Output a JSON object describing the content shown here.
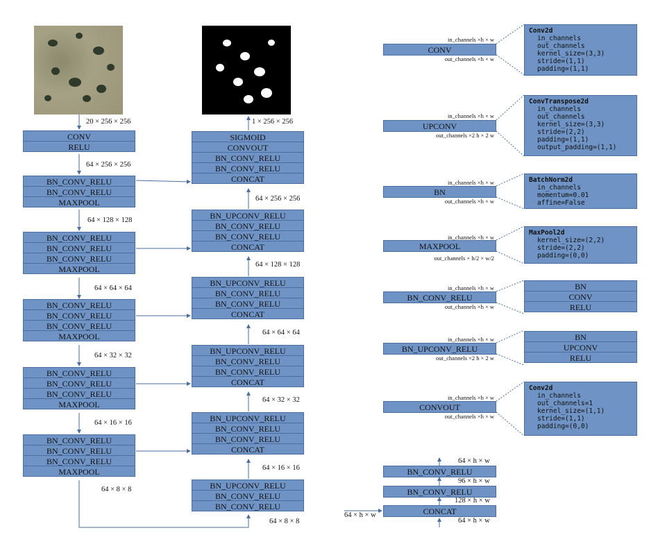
{
  "encoder": [
    {
      "layers": [
        "CONV",
        "RELU"
      ]
    },
    {
      "layers": [
        "BN_CONV_RELU",
        "BN_CONV_RELU",
        "MAXPOOL"
      ]
    },
    {
      "layers": [
        "BN_CONV_RELU",
        "BN_CONV_RELU",
        "BN_CONV_RELU",
        "MAXPOOL"
      ]
    },
    {
      "layers": [
        "BN_CONV_RELU",
        "BN_CONV_RELU",
        "BN_CONV_RELU",
        "MAXPOOL"
      ]
    },
    {
      "layers": [
        "BN_CONV_RELU",
        "BN_CONV_RELU",
        "BN_CONV_RELU",
        "MAXPOOL"
      ]
    },
    {
      "layers": [
        "BN_CONV_RELU",
        "BN_CONV_RELU",
        "BN_CONV_RELU",
        "MAXPOOL"
      ]
    }
  ],
  "encoder_dims": [
    "20 × 256 × 256",
    "64 × 256 × 256",
    "64 × 128 × 128",
    "64 × 64 × 64",
    "64 × 32 × 32",
    "64 × 16 × 16",
    "64 × 8 × 8"
  ],
  "decoder": [
    {
      "layers": [
        "SIGMOID",
        "CONVOUT",
        "BN_CONV_RELU",
        "BN_CONV_RELU",
        "CONCAT"
      ]
    },
    {
      "layers": [
        "BN_UPCONV_RELU",
        "BN_CONV_RELU",
        "BN_CONV_RELU",
        "CONCAT"
      ]
    },
    {
      "layers": [
        "BN_UPCONV_RELU",
        "BN_CONV_RELU",
        "BN_CONV_RELU",
        "CONCAT"
      ]
    },
    {
      "layers": [
        "BN_UPCONV_RELU",
        "BN_CONV_RELU",
        "BN_CONV_RELU",
        "CONCAT"
      ]
    },
    {
      "layers": [
        "BN_UPCONV_RELU",
        "BN_CONV_RELU",
        "BN_CONV_RELU",
        "CONCAT"
      ]
    },
    {
      "layers": [
        "BN_UPCONV_RELU",
        "BN_CONV_RELU",
        "BN_CONV_RELU"
      ]
    }
  ],
  "decoder_dims": [
    "1 × 256 × 256",
    "64 × 256 × 256",
    "64 × 128 × 128",
    "64 × 64 × 64",
    "64 × 32 × 32",
    "64 × 16 × 16",
    "64 × 8 × 8"
  ],
  "legend": [
    {
      "name": "CONV",
      "in": "in_channels ×h × w",
      "out": "out_channels ×h × w",
      "spec_title": "Conv2d",
      "spec_lines": [
        "in_channels",
        "out_channels",
        "kernel_size=(3,3)",
        "stride=(1,1)",
        "padding=(1,1)"
      ]
    },
    {
      "name": "UPCONV",
      "in": "in_channels ×h × w",
      "out": "out_channels ×2 h × 2 w",
      "spec_title": "ConvTranspose2d",
      "spec_lines": [
        "in_channels",
        "out_channels",
        "kernel_size=(3,3)",
        "stride=(2,2)",
        "padding=(1,1)",
        "output_padding=(1,1)"
      ]
    },
    {
      "name": "BN",
      "in": "in_channels ×h × w",
      "out": "out_channels ×h × w",
      "spec_title": "BatchNorm2d",
      "spec_lines": [
        "in_channels",
        "momentum=0.01",
        "affine=False"
      ]
    },
    {
      "name": "MAXPOOL",
      "in": "in_channels ×h × w",
      "out": "out_channels × h/2 × w/2",
      "spec_title": "MaxPool2d",
      "spec_lines": [
        "kernel_size=(2,2)",
        "stride=(2,2)",
        "padding=(0,0)"
      ]
    },
    {
      "name": "BN_CONV_RELU",
      "in": "in_channels ×h × w",
      "out": "out_channels ×h × w",
      "stack": [
        "BN",
        "CONV",
        "RELU"
      ]
    },
    {
      "name": "BN_UPCONV_RELU",
      "in": "in_channels ×h × w",
      "out": "out_channels ×2 h × 2 w",
      "stack": [
        "BN",
        "UPCONV",
        "RELU"
      ]
    },
    {
      "name": "CONVOUT",
      "in": "in_channels ×h × w",
      "out": "out_channels ×h × w",
      "spec_title": "Conv2d",
      "spec_lines": [
        "in_channels",
        "out_channels=1",
        "kernel_size=(1,1)",
        "stride=(1,1)",
        "padding=(0,0)"
      ]
    }
  ],
  "concat_example": {
    "layers": [
      "BN_CONV_RELU",
      "BN_CONV_RELU",
      "CONCAT"
    ],
    "labels": [
      "64 × h × w",
      "96 × h × w",
      "128 × h × w",
      "64 × h × w",
      "64 × h × w"
    ]
  },
  "colors": {
    "block_fill": "#6f93c4",
    "block_border": "#4a6e9f",
    "arrow": "#4a6e9f"
  }
}
